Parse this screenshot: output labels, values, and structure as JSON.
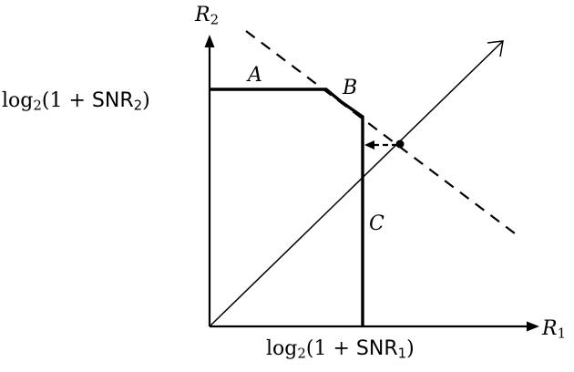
{
  "diagram": {
    "type": "rate-region",
    "axes": {
      "x_label": {
        "var": "R",
        "sub": "1"
      },
      "y_label": {
        "var": "R",
        "sub": "2"
      }
    },
    "tick_labels": {
      "x": {
        "prefix": "log",
        "base": "2",
        "open": "(1 + ",
        "snr": "SNR",
        "snr_sub": "1",
        "close": ")"
      },
      "y": {
        "prefix": "log",
        "base": "2",
        "open": "(1 + ",
        "snr": "SNR",
        "snr_sub": "2",
        "close": ")"
      }
    },
    "corner_labels": {
      "A": "A",
      "B": "B",
      "C": "C"
    },
    "colors": {
      "stroke": "#000000",
      "background": "#ffffff"
    }
  }
}
